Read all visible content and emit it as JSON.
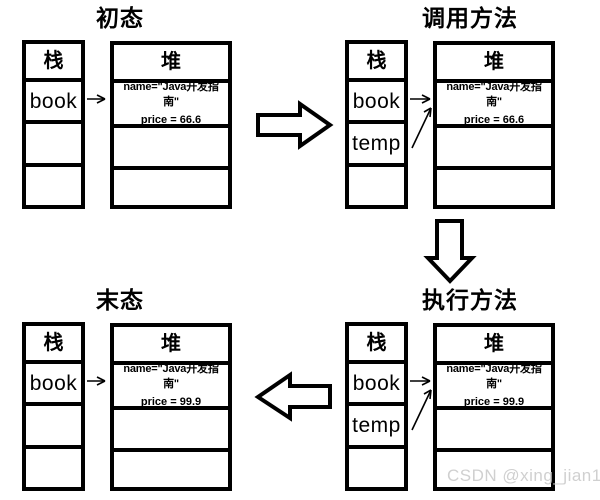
{
  "diagram": {
    "title_text_note": "Java stack/heap reference diagram",
    "labels": {
      "stack": "栈",
      "heap": "堆"
    }
  },
  "panels": [
    {
      "id": "initial",
      "title": "初态",
      "stack": {
        "header": "栈",
        "slots": [
          "book",
          "",
          ""
        ]
      },
      "heap": {
        "header": "堆",
        "objects": [
          {
            "name_line": "name=\"Java开发指南\"",
            "price_label": "price = ",
            "price_value": "66.6"
          },
          {
            "name_line": "",
            "price_label": "",
            "price_value": ""
          },
          {
            "name_line": "",
            "price_label": "",
            "price_value": ""
          }
        ]
      }
    },
    {
      "id": "call-method",
      "title": "调用方法",
      "stack": {
        "header": "栈",
        "slots": [
          "book",
          "temp",
          ""
        ]
      },
      "heap": {
        "header": "堆",
        "objects": [
          {
            "name_line": "name=\"Java开发指南\"",
            "price_label": "price = ",
            "price_value": "66.6"
          },
          {
            "name_line": "",
            "price_label": "",
            "price_value": ""
          },
          {
            "name_line": "",
            "price_label": "",
            "price_value": ""
          }
        ]
      }
    },
    {
      "id": "execute-method",
      "title": "执行方法",
      "stack": {
        "header": "栈",
        "slots": [
          "book",
          "temp",
          ""
        ]
      },
      "heap": {
        "header": "堆",
        "objects": [
          {
            "name_line": "name=\"Java开发指南\"",
            "price_label": "price = ",
            "price_value": "99.9"
          },
          {
            "name_line": "",
            "price_label": "",
            "price_value": ""
          },
          {
            "name_line": "",
            "price_label": "",
            "price_value": ""
          }
        ]
      }
    },
    {
      "id": "final",
      "title": "末态",
      "stack": {
        "header": "栈",
        "slots": [
          "book",
          "",
          ""
        ]
      },
      "heap": {
        "header": "堆",
        "objects": [
          {
            "name_line": "name=\"Java开发指南\"",
            "price_label": "price = ",
            "price_value": "99.9"
          },
          {
            "name_line": "",
            "price_label": "",
            "price_value": ""
          },
          {
            "name_line": "",
            "price_label": "",
            "price_value": ""
          }
        ]
      }
    }
  ],
  "flow_arrows": [
    {
      "name": "arrow-initial-to-call",
      "direction": "right"
    },
    {
      "name": "arrow-call-to-execute",
      "direction": "down"
    },
    {
      "name": "arrow-execute-to-final",
      "direction": "left"
    }
  ],
  "reference_arrows": [
    {
      "name": "book-reference-arrow",
      "from": "book",
      "to": "heap-object"
    },
    {
      "name": "temp-reference-arrow",
      "from": "temp",
      "to": "heap-object"
    }
  ],
  "watermark": {
    "text": "CSDN @xing_jian1"
  },
  "colors": {
    "stroke": "#000000",
    "background": "#ffffff",
    "watermark": "#d0d0d0"
  }
}
